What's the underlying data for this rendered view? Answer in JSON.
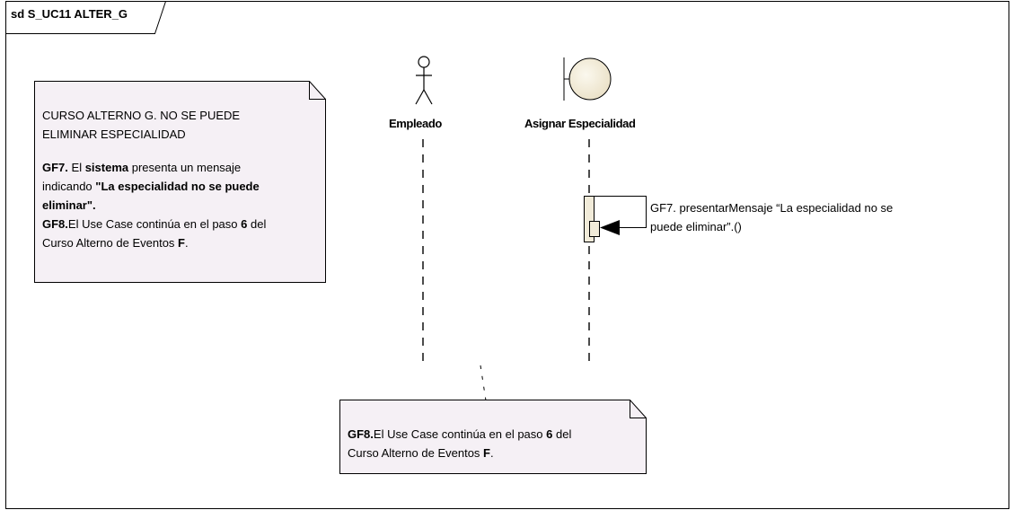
{
  "frame": {
    "title": "sd S_UC11 ALTER_G"
  },
  "lifelines": [
    {
      "name": "Empleado",
      "icon": "actor-icon"
    },
    {
      "name": "Asignar Especialidad",
      "icon": "boundary-icon"
    }
  ],
  "note1": {
    "title_line1": "CURSO ALTERNO G. NO SE PUEDE",
    "title_line2": "ELIMINAR ESPECIALIDAD",
    "gf7_label": "GF7.",
    "gf7_t1": " El ",
    "gf7_bold_sistema": "sistema",
    "gf7_t2": " presenta un mensaje",
    "gf7_t3": "indicando ",
    "gf7_quote_a": "\"La especialidad no se puede",
    "gf7_quote_b": "eliminar\".",
    "gf8_label": "GF8.",
    "gf8_t1": "El Use Case continúa en el paso ",
    "gf8_num": "6",
    "gf8_t2": " del",
    "gf8_t3": "Curso Alterno de Eventos ",
    "gf8_bold_f": "F",
    "gf8_t4": "."
  },
  "message": {
    "line1": "GF7. presentarMensaje “La especialidad no se",
    "line2": "puede eliminar”.()"
  },
  "note2": {
    "gf8_label": "GF8.",
    "t1": "El Use Case continúa en el paso ",
    "num": "6",
    "t2": " del",
    "t3": "Curso Alterno de Eventos ",
    "bold_f": "F",
    "t4": "."
  }
}
